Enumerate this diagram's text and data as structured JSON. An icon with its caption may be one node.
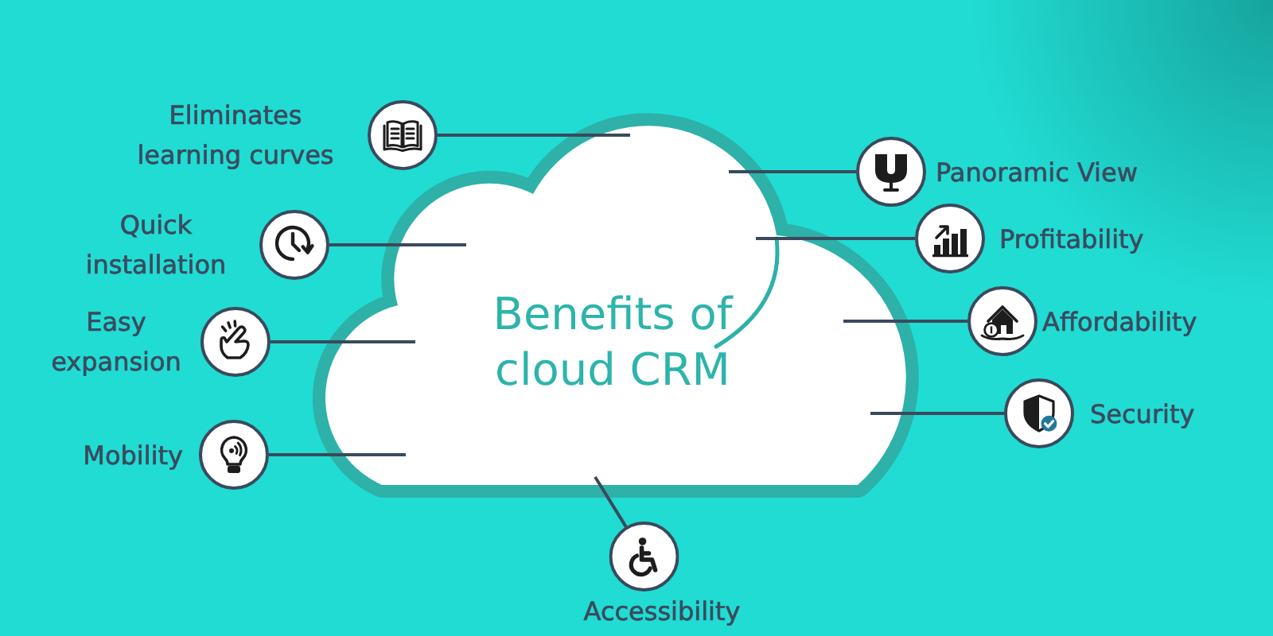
{
  "diagram": {
    "nodes": [
      {
        "text": [
          "Benefits of cloud CRM"
        ]
      },
      {
        "text": [
          "Eliminates learning curves"
        ]
      },
      {
        "text": [
          "Panoramic View"
        ]
      },
      {
        "text": [
          "Quick installation"
        ]
      },
      {
        "text": [
          "Profitability"
        ]
      },
      {
        "text": [
          "Easy expansion"
        ]
      },
      {
        "text": [
          "Affordability"
        ]
      },
      {
        "text": [
          "Security"
        ]
      },
      {
        "text": [
          "Mobility"
        ]
      },
      {
        "text": [
          "Accessibility"
        ]
      }
    ],
    "edges": [
      {
        "from": 0,
        "to": 1,
        "arrow": "none"
      },
      {
        "from": 0,
        "to": 2,
        "arrow": "none"
      },
      {
        "from": 0,
        "to": 3,
        "arrow": "none"
      },
      {
        "from": 0,
        "to": 4,
        "arrow": "none"
      },
      {
        "from": 0,
        "to": 5,
        "arrow": "none"
      },
      {
        "from": 0,
        "to": 6,
        "arrow": "none"
      },
      {
        "from": 0,
        "to": 7,
        "arrow": "none"
      },
      {
        "from": 0,
        "to": 8,
        "arrow": "none"
      },
      {
        "from": 0,
        "to": 9,
        "arrow": "none"
      }
    ]
  }
}
